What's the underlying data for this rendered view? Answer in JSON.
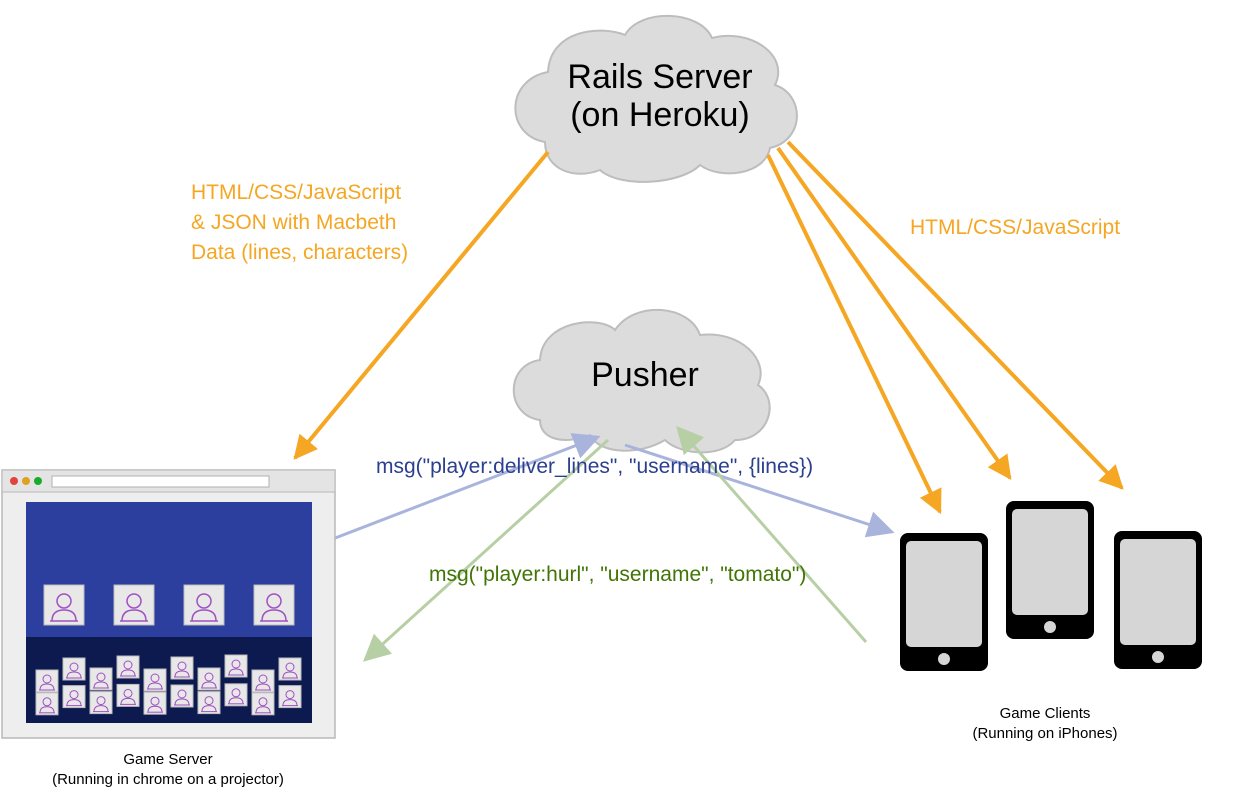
{
  "nodes": {
    "rails": {
      "line1": "Rails Server",
      "line2": "(on Heroku)"
    },
    "pusher": {
      "label": "Pusher"
    },
    "game_server": {
      "line1": "Game Server",
      "line2": "(Running in chrome on a projector)"
    },
    "game_clients": {
      "line1": "Game Clients",
      "line2": "(Running on iPhones)"
    }
  },
  "edges": {
    "rails_to_server": {
      "line1": "HTML/CSS/JavaScript",
      "line2": "& JSON with Macbeth",
      "line3": "Data (lines, characters)"
    },
    "rails_to_clients": {
      "label": "HTML/CSS/JavaScript"
    },
    "deliver_lines": {
      "label": "msg(\"player:deliver_lines\", \"username\", {lines})"
    },
    "hurl": {
      "label": "msg(\"player:hurl\", \"username\", \"tomato\")"
    }
  },
  "colors": {
    "orange": "#f5a623",
    "blue_arrow": "#a9b4dd",
    "green_arrow": "#b7cfa4",
    "blue_text": "#2b3f8f",
    "green_text": "#417505",
    "stage": "#2c3e9e",
    "audience": "#0d1a4f"
  }
}
